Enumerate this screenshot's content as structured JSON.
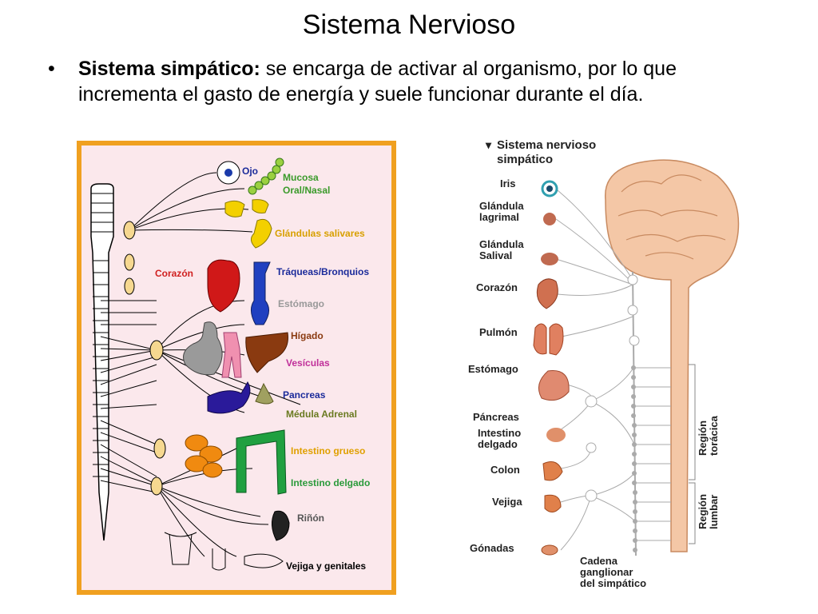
{
  "slide": {
    "title": "Sistema Nervioso",
    "bullet_symbol": "•",
    "bullet_term": "Sistema simpático:",
    "bullet_text": " se encarga de activar al organismo, por lo que incrementa el gasto de energía y suele funcionar durante el día."
  },
  "left_figure": {
    "labels": {
      "ojo": "Ojo",
      "mucosa_1": "Mucosa",
      "mucosa_2": "Oral/Nasal",
      "glandulas": "Glándulas salivares",
      "corazon": "Corazón",
      "traqueas": "Tráqueas/Bronquios",
      "estomago": "Estómago",
      "higado": "Hígado",
      "vesiculas": "Vesículas",
      "pancreas": "Pancreas",
      "medula": "Médula Adrenal",
      "int_grueso": "Intestino grueso",
      "int_delgado": "Intestino delgado",
      "rinon": "Riñón",
      "vejiga": "Vejiga y genitales"
    },
    "colors": {
      "frame": "#f0a020",
      "background": "#fbe8ec",
      "ojo": "#1a2a9a",
      "mucosa": "#3a9a2a",
      "glandulas": "#d8a000",
      "corazon": "#d02020",
      "traqueas": "#1a2a9a",
      "estomago": "#999999",
      "higado": "#8a3a10",
      "vesiculas": "#c0309a",
      "pancreas": "#1a2a9a",
      "medula": "#6a7a20",
      "int_grueso": "#e0a000",
      "int_delgado": "#2a9a3a",
      "rinon": "#555555",
      "vejiga": "#000000"
    }
  },
  "right_figure": {
    "title_1": "Sistema nervioso",
    "title_2": "simpático",
    "title_marker": "▾",
    "labels": {
      "iris": "Iris",
      "glandula_lagrimal_1": "Glándula",
      "glandula_lagrimal_2": "lagrimal",
      "glandula_salival_1": "Glándula",
      "glandula_salival_2": "Salival",
      "corazon": "Corazón",
      "pulmon": "Pulmón",
      "estomago": "Estómago",
      "pancreas": "Páncreas",
      "intestino_1": "Intestino",
      "intestino_2": "delgado",
      "colon": "Colon",
      "vejiga": "Vejiga",
      "gonadas": "Gónadas",
      "cadena_1": "Cadena",
      "cadena_2": "ganglionar",
      "cadena_3": "del simpático",
      "region_toracica_1": "Región",
      "region_toracica_2": "torácica",
      "region_lumbar_1": "Región",
      "region_lumbar_2": "lumbar"
    }
  }
}
